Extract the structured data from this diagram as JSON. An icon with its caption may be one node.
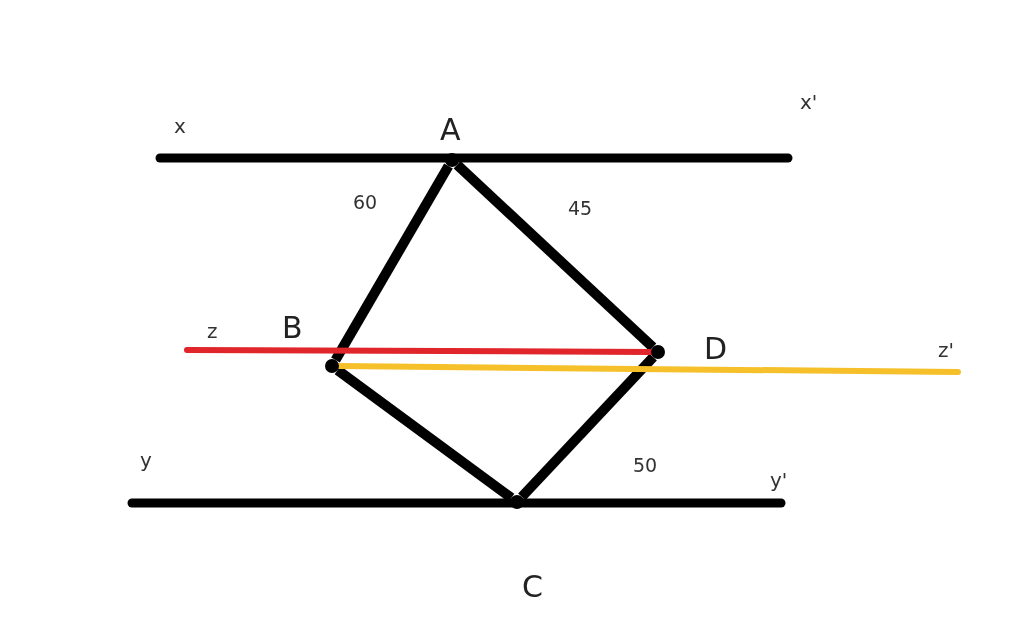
{
  "diagram": {
    "nodes": [
      {
        "text": [],
        "shape": "circle",
        "beside": [
          "A"
        ]
      },
      {
        "text": [],
        "shape": "circle",
        "beside": [
          "B"
        ]
      },
      {
        "text": [],
        "shape": "circle",
        "beside": [
          "D"
        ]
      },
      {
        "text": [],
        "shape": "circle",
        "beside": [
          "C"
        ]
      }
    ],
    "edges": [
      {
        "from": 0,
        "to": 1,
        "arrow": "none",
        "label": "60"
      },
      {
        "from": 0,
        "to": 2,
        "arrow": "none",
        "label": "45"
      },
      {
        "from": 1,
        "to": 3,
        "arrow": "none"
      },
      {
        "from": 2,
        "to": 3,
        "arrow": "none",
        "label": "50"
      },
      {
        "from": null,
        "to": 2,
        "arrow": "none",
        "color": "#e0262b"
      },
      {
        "from": 1,
        "to": null,
        "arrow": "none",
        "color": "#f5c02a"
      }
    ],
    "labels": [
      "x",
      "x'",
      "z",
      "z'",
      "y",
      "y'"
    ]
  }
}
